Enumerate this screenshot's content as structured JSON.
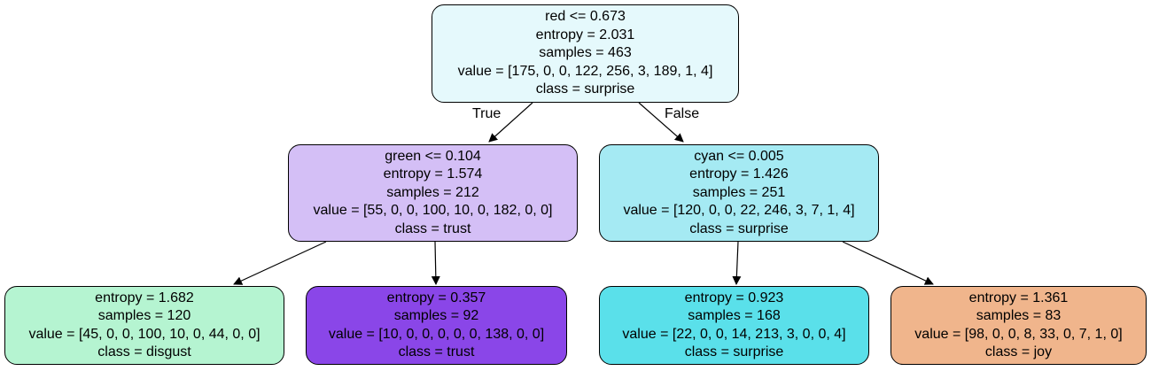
{
  "tree": {
    "nodes": [
      {
        "id": "root",
        "split": "red <= 0.673",
        "entropy": "entropy = 2.031",
        "samples": "samples = 463",
        "value": "value = [175, 0, 0, 122, 256, 3, 189, 1, 4]",
        "class": "class = surprise",
        "fill": "#e5f9fc"
      },
      {
        "id": "left",
        "split": "green <= 0.104",
        "entropy": "entropy = 1.574",
        "samples": "samples = 212",
        "value": "value = [55, 0, 0, 100, 10, 0, 182, 0, 0]",
        "class": "class = trust",
        "fill": "#d4bff6"
      },
      {
        "id": "right",
        "split": "cyan <= 0.005",
        "entropy": "entropy = 1.426",
        "samples": "samples = 251",
        "value": "value = [120, 0, 0, 22, 246, 3, 7, 1, 4]",
        "class": "class = surprise",
        "fill": "#a5eaf3"
      },
      {
        "id": "ll",
        "split": "",
        "entropy": "entropy = 1.682",
        "samples": "samples = 120",
        "value": "value = [45, 0, 0, 100, 10, 0, 44, 0, 0]",
        "class": "class = disgust",
        "fill": "#b5f4d1"
      },
      {
        "id": "lr",
        "split": "",
        "entropy": "entropy = 0.357",
        "samples": "samples = 92",
        "value": "value = [10, 0, 0, 0, 0, 0, 138, 0, 0]",
        "class": "class = trust",
        "fill": "#8a46e8"
      },
      {
        "id": "rl",
        "split": "",
        "entropy": "entropy = 0.923",
        "samples": "samples = 168",
        "value": "value = [22, 0, 0, 14, 213, 3, 0, 0, 4]",
        "class": "class = surprise",
        "fill": "#5ae0ea"
      },
      {
        "id": "rr",
        "split": "",
        "entropy": "entropy = 1.361",
        "samples": "samples = 83",
        "value": "value = [98, 0, 0, 8, 33, 0, 7, 1, 0]",
        "class": "class = joy",
        "fill": "#f0b58c"
      }
    ],
    "edge_labels": {
      "true": "True",
      "false": "False"
    }
  }
}
